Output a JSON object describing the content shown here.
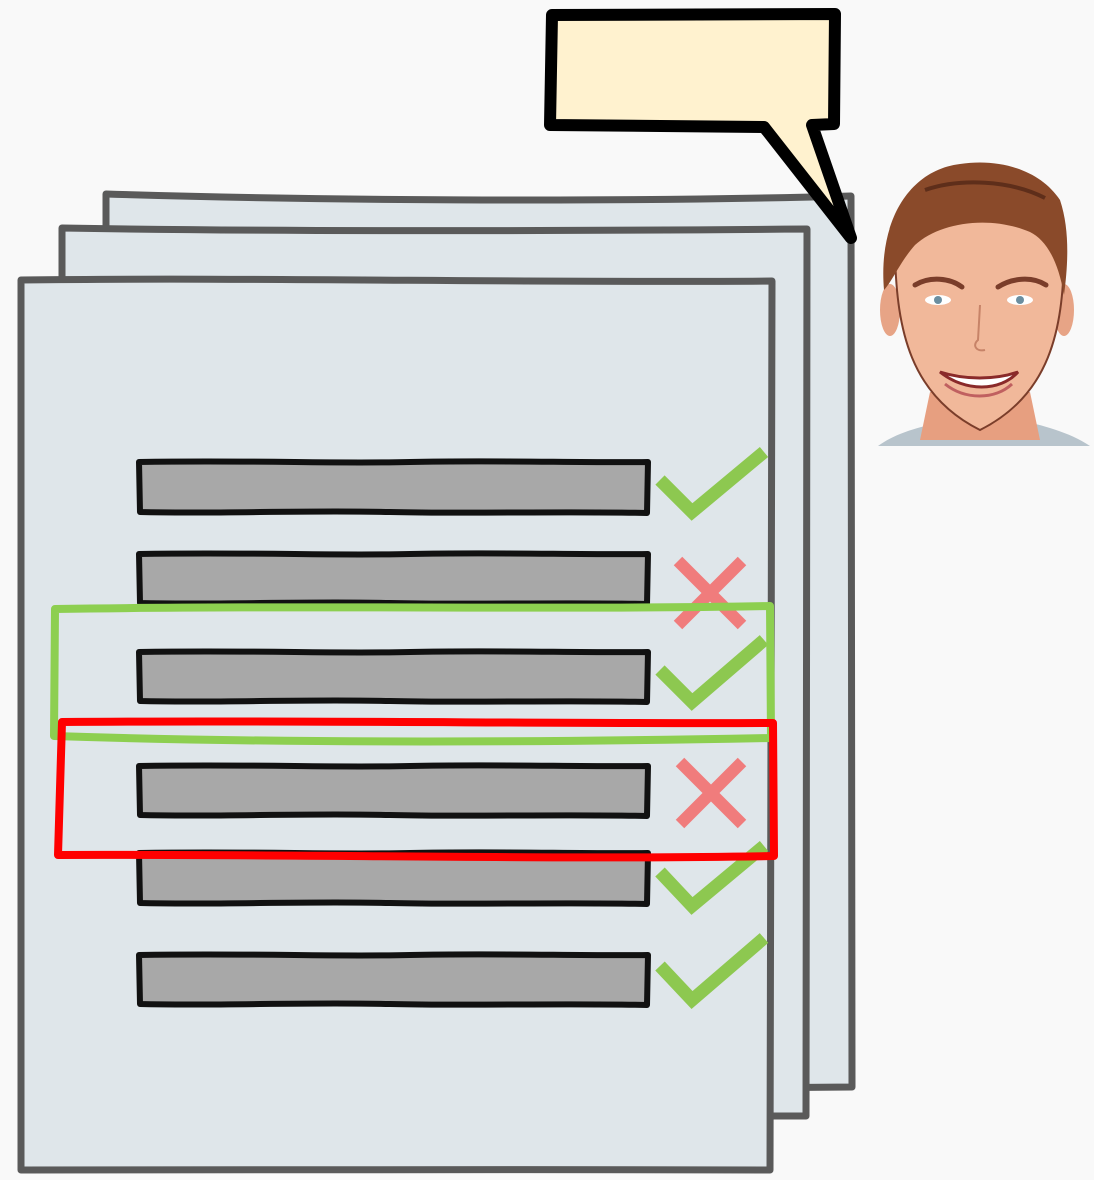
{
  "colors": {
    "background": "#f9f9f9",
    "page_fill": "#dfe6ea",
    "page_stroke": "#5a5a5a",
    "row_fill": "#a8a8a8",
    "row_stroke": "#111111",
    "check_color": "#8dc850",
    "cross_color": "#f07c7c",
    "highlight_good": "#8dcf50",
    "highlight_bad": "#ff0000",
    "bubble_fill": "#fff2cf",
    "bubble_stroke": "#000000",
    "hair": "#8a4a2a",
    "skin": "#f1b89a",
    "shirt": "#b8c4cc"
  },
  "speech_bubble": {
    "text": ""
  },
  "rows": [
    {
      "status": "check"
    },
    {
      "status": "cross"
    },
    {
      "status": "check"
    },
    {
      "status": "cross"
    },
    {
      "status": "check"
    },
    {
      "status": "check"
    }
  ],
  "highlights": [
    {
      "color": "highlight_good",
      "row": 2
    },
    {
      "color": "highlight_bad",
      "row": 3
    }
  ],
  "person": {
    "icon": "person-avatar-icon"
  },
  "icons": {
    "check": "check-icon",
    "cross": "cross-icon",
    "document": "document-icon"
  }
}
